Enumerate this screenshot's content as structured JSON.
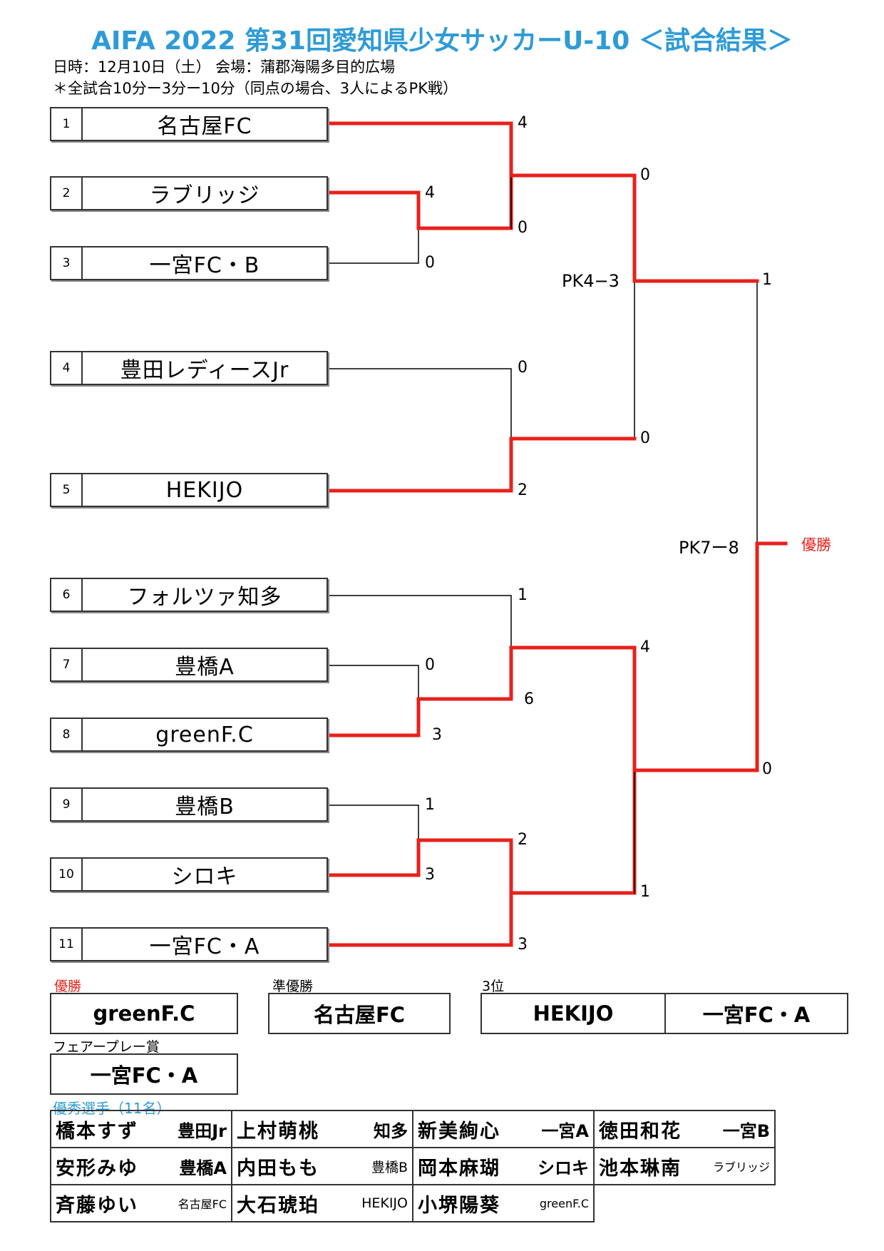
{
  "title": "AIFA 2022 第31回愛知県少女サッカーU-10 ＜試合結果＞",
  "info_line1": "日時：12月10日（土） 会場：蒲郡海陽多目的広場",
  "info_line2": "＊全試合10分ー3分ー10分（同点の場合、3人によるPK戦）",
  "teams": [
    {
      "num": "1",
      "name": "名古屋FC"
    },
    {
      "num": "2",
      "name": "ラブリッジ"
    },
    {
      "num": "3",
      "name": "一宮FC・B"
    },
    {
      "num": "4",
      "name": "豊田レディースJr"
    },
    {
      "num": "5",
      "name": "HEKIJO"
    },
    {
      "num": "6",
      "name": "フォルツァ知多"
    },
    {
      "num": "7",
      "name": "豊橋A"
    },
    {
      "num": "8",
      "name": "greenF.C"
    },
    {
      "num": "9",
      "name": "豊橋B"
    },
    {
      "num": "10",
      "name": "シロキ"
    },
    {
      "num": "11",
      "name": "一宮FC・A"
    }
  ],
  "scores": {
    "s1": "4",
    "s2": "4",
    "s3": "0",
    "s4": "0",
    "s5": "0",
    "s6": "0",
    "s7": "2",
    "s8": "0",
    "s9": "0",
    "s10": "1",
    "s11": "1",
    "s12": "0",
    "s13": "3",
    "s14": "6",
    "s15": "4",
    "s16": "1",
    "s17": "3",
    "s18": "2",
    "s19": "1",
    "s20": "3"
  },
  "pk1": "PK4−3",
  "pk2": "PK7ー8",
  "champion_mark": "優勝",
  "results": {
    "champion_label": "優勝",
    "champion": "greenF.C",
    "runnerup_label": "準優勝",
    "runnerup": "名古屋FC",
    "third_label": "3位",
    "third_a": "HEKIJO",
    "third_b": "一宮FC・A",
    "fairplay_label": "フェアープレー賞",
    "fairplay": "一宮FC・A",
    "players_label": "優秀選手（11名）"
  },
  "players": [
    [
      {
        "name": "橋本すず",
        "team": "豊田Jr"
      },
      {
        "name": "上村萌桃",
        "team": "知多"
      },
      {
        "name": "新美絢心",
        "team": "一宮A"
      },
      {
        "name": "徳田和花",
        "team": "一宮B"
      }
    ],
    [
      {
        "name": "安形みゆ",
        "team": "豊橋A"
      },
      {
        "name": "内田もも",
        "team": "豊橋B"
      },
      {
        "name": "岡本麻瑚",
        "team": "シロキ"
      },
      {
        "name": "池本琳南",
        "team": "ラブリッジ"
      }
    ],
    [
      {
        "name": "斉藤ゆい",
        "team": "名古屋FC"
      },
      {
        "name": "大石琥珀",
        "team": "HEKIJO"
      },
      {
        "name": "小堺陽葵",
        "team": "greenF.C"
      }
    ]
  ],
  "colors": {
    "title": "#2e9bd6",
    "winner_line": "#e8211b",
    "loser_line": "#000000",
    "label_red": "#e8211b",
    "label_blue": "#2e9bd6"
  }
}
